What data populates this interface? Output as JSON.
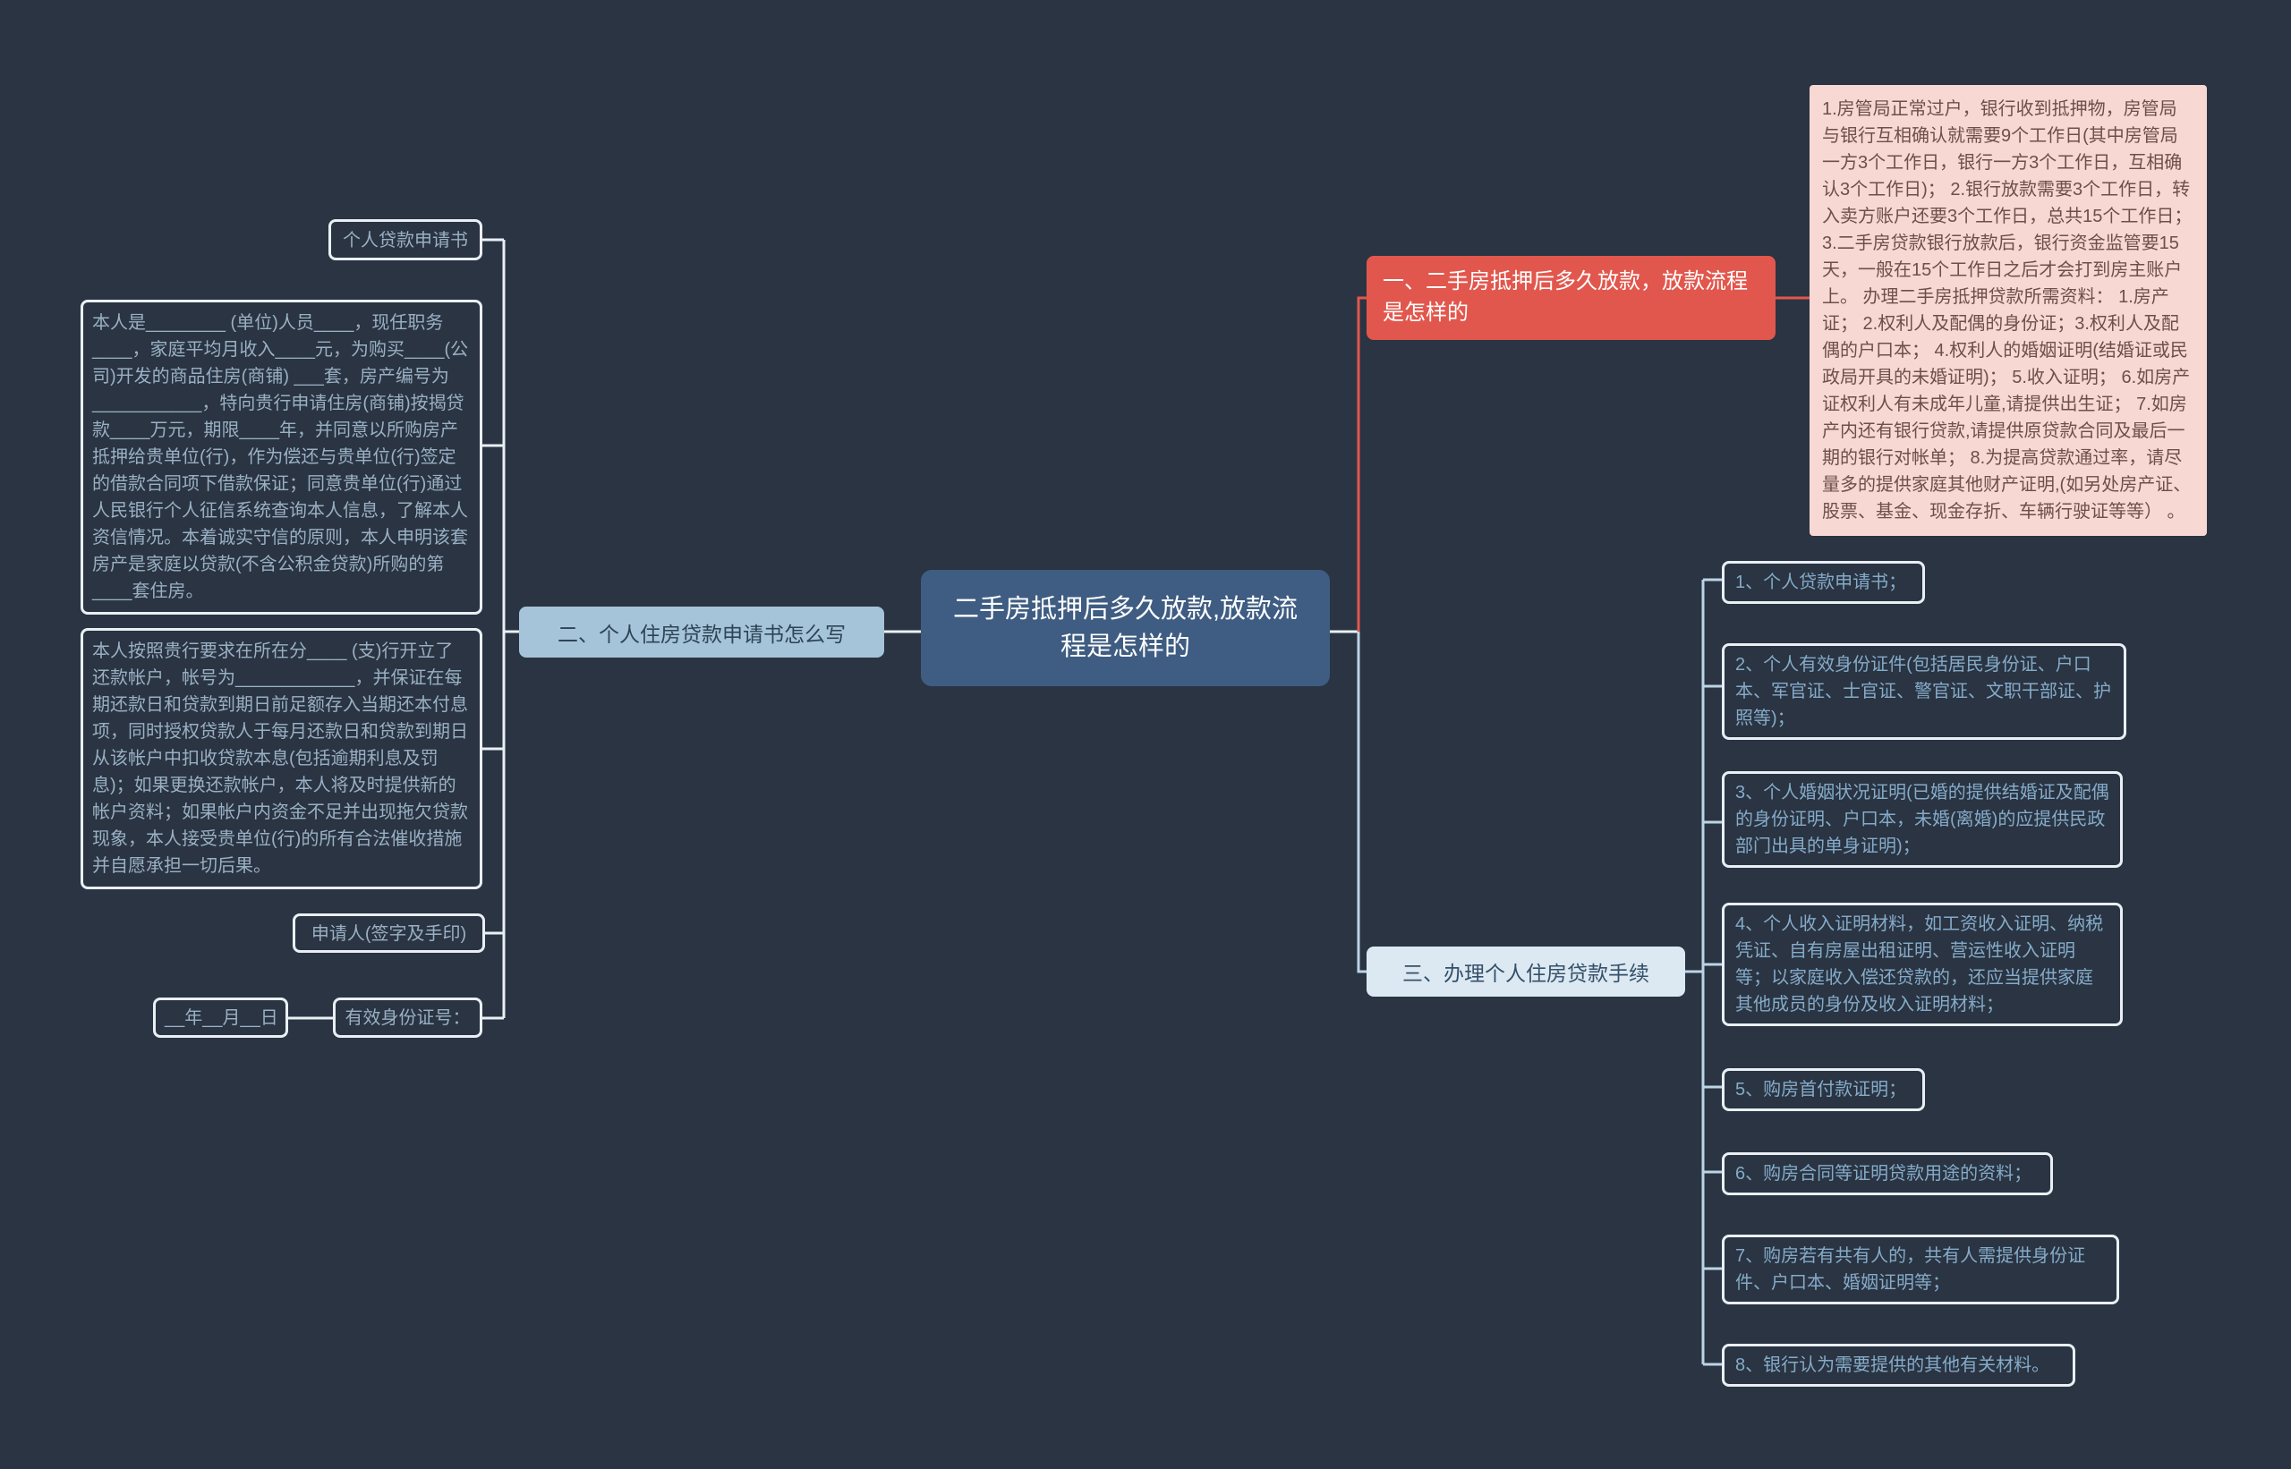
{
  "colors": {
    "background": "#2a3442",
    "center_node": "#3f5d82",
    "red_branch": "#e2574d",
    "pink_detail_bg": "#f8d8d3",
    "label_blue_bg": "#a6c4d9",
    "label_light_bg": "#dce9f2",
    "leaf_border": "#e9eff5",
    "leaf_text": "#9ab0c4",
    "item_text": "#85abc9"
  },
  "center": {
    "label": "二手房抵押后多久放款,放款流程是怎样的"
  },
  "branch_loan_time": {
    "label": "一、二手房抵押后多久放款，放款流程是怎样的",
    "detail": "1.房管局正常过户，银行收到抵押物，房管局与银行互相确认就需要9个工作日(其中房管局一方3个工作日，银行一方3个工作日，互相确认3个工作日)； 2.银行放款需要3个工作日，转入卖方账户还要3个工作日，总共15个工作日； 3.二手房贷款银行放款后，银行资金监管要15天，一般在15个工作日之后才会打到房主账户上。 办理二手房抵押贷款所需资料： 1.房产证； 2.权利人及配偶的身份证；3.权利人及配偶的户口本； 4.权利人的婚姻证明(结婚证或民政局开具的未婚证明)； 5.收入证明； 6.如房产证权利人有未成年儿童,请提供出生证； 7.如房产内还有银行贷款,请提供原贷款合同及最后一期的银行对帐单； 8.为提高贷款通过率，请尽量多的提供家庭其他财产证明,(如另处房产证、股票、基金、现金存折、车辆行驶证等等） 。"
  },
  "branch_application": {
    "label": "二、个人住房贷款申请书怎么写",
    "title": "个人贷款申请书",
    "paragraph1": "本人是________ (单位)人员____，现任职务____，家庭平均月收入____元，为购买____(公司)开发的商品住房(商铺) ___套，房产编号为___________，特向贵行申请住房(商铺)按揭贷款____万元，期限____年，并同意以所购房产抵押给贵单位(行)，作为偿还与贵单位(行)签定的借款合同项下借款保证；同意贵单位(行)通过人民银行个人征信系统查询本人信息，了解本人资信情况。本着诚实守信的原则，本人申明该套房产是家庭以贷款(不含公积金贷款)所购的第____套住房。",
    "paragraph2": "本人按照贵行要求在所在分____ (支)行开立了还款帐户，帐号为____________，并保证在每期还款日和贷款到期日前足额存入当期还本付息项，同时授权贷款人于每月还款日和贷款到期日从该帐户中扣收贷款本息(包括逾期利息及罚息)；如果更换还款帐户，本人将及时提供新的帐户资料；如果帐户内资金不足并出现拖欠贷款现象，本人接受贵单位(行)的所有合法催收措施并自愿承担一切后果。",
    "signature": "申请人(签字及手印)",
    "id_number": "有效身份证号：",
    "date": "__年__月__日"
  },
  "branch_procedure": {
    "label": "三、办理个人住房贷款手续",
    "items": [
      "1、个人贷款申请书；",
      "2、个人有效身份证件(包括居民身份证、户口本、军官证、士官证、警官证、文职干部证、护照等)；",
      "3、个人婚姻状况证明(已婚的提供结婚证及配偶的身份证明、户口本，未婚(离婚)的应提供民政部门出具的单身证明)；",
      "4、个人收入证明材料，如工资收入证明、纳税凭证、自有房屋出租证明、营运性收入证明等；以家庭收入偿还贷款的，还应当提供家庭其他成员的身份及收入证明材料；",
      "5、购房首付款证明；",
      "6、购房合同等证明贷款用途的资料；",
      "7、购房若有共有人的，共有人需提供身份证件、户口本、婚姻证明等；",
      "8、银行认为需要提供的其他有关材料。"
    ]
  }
}
